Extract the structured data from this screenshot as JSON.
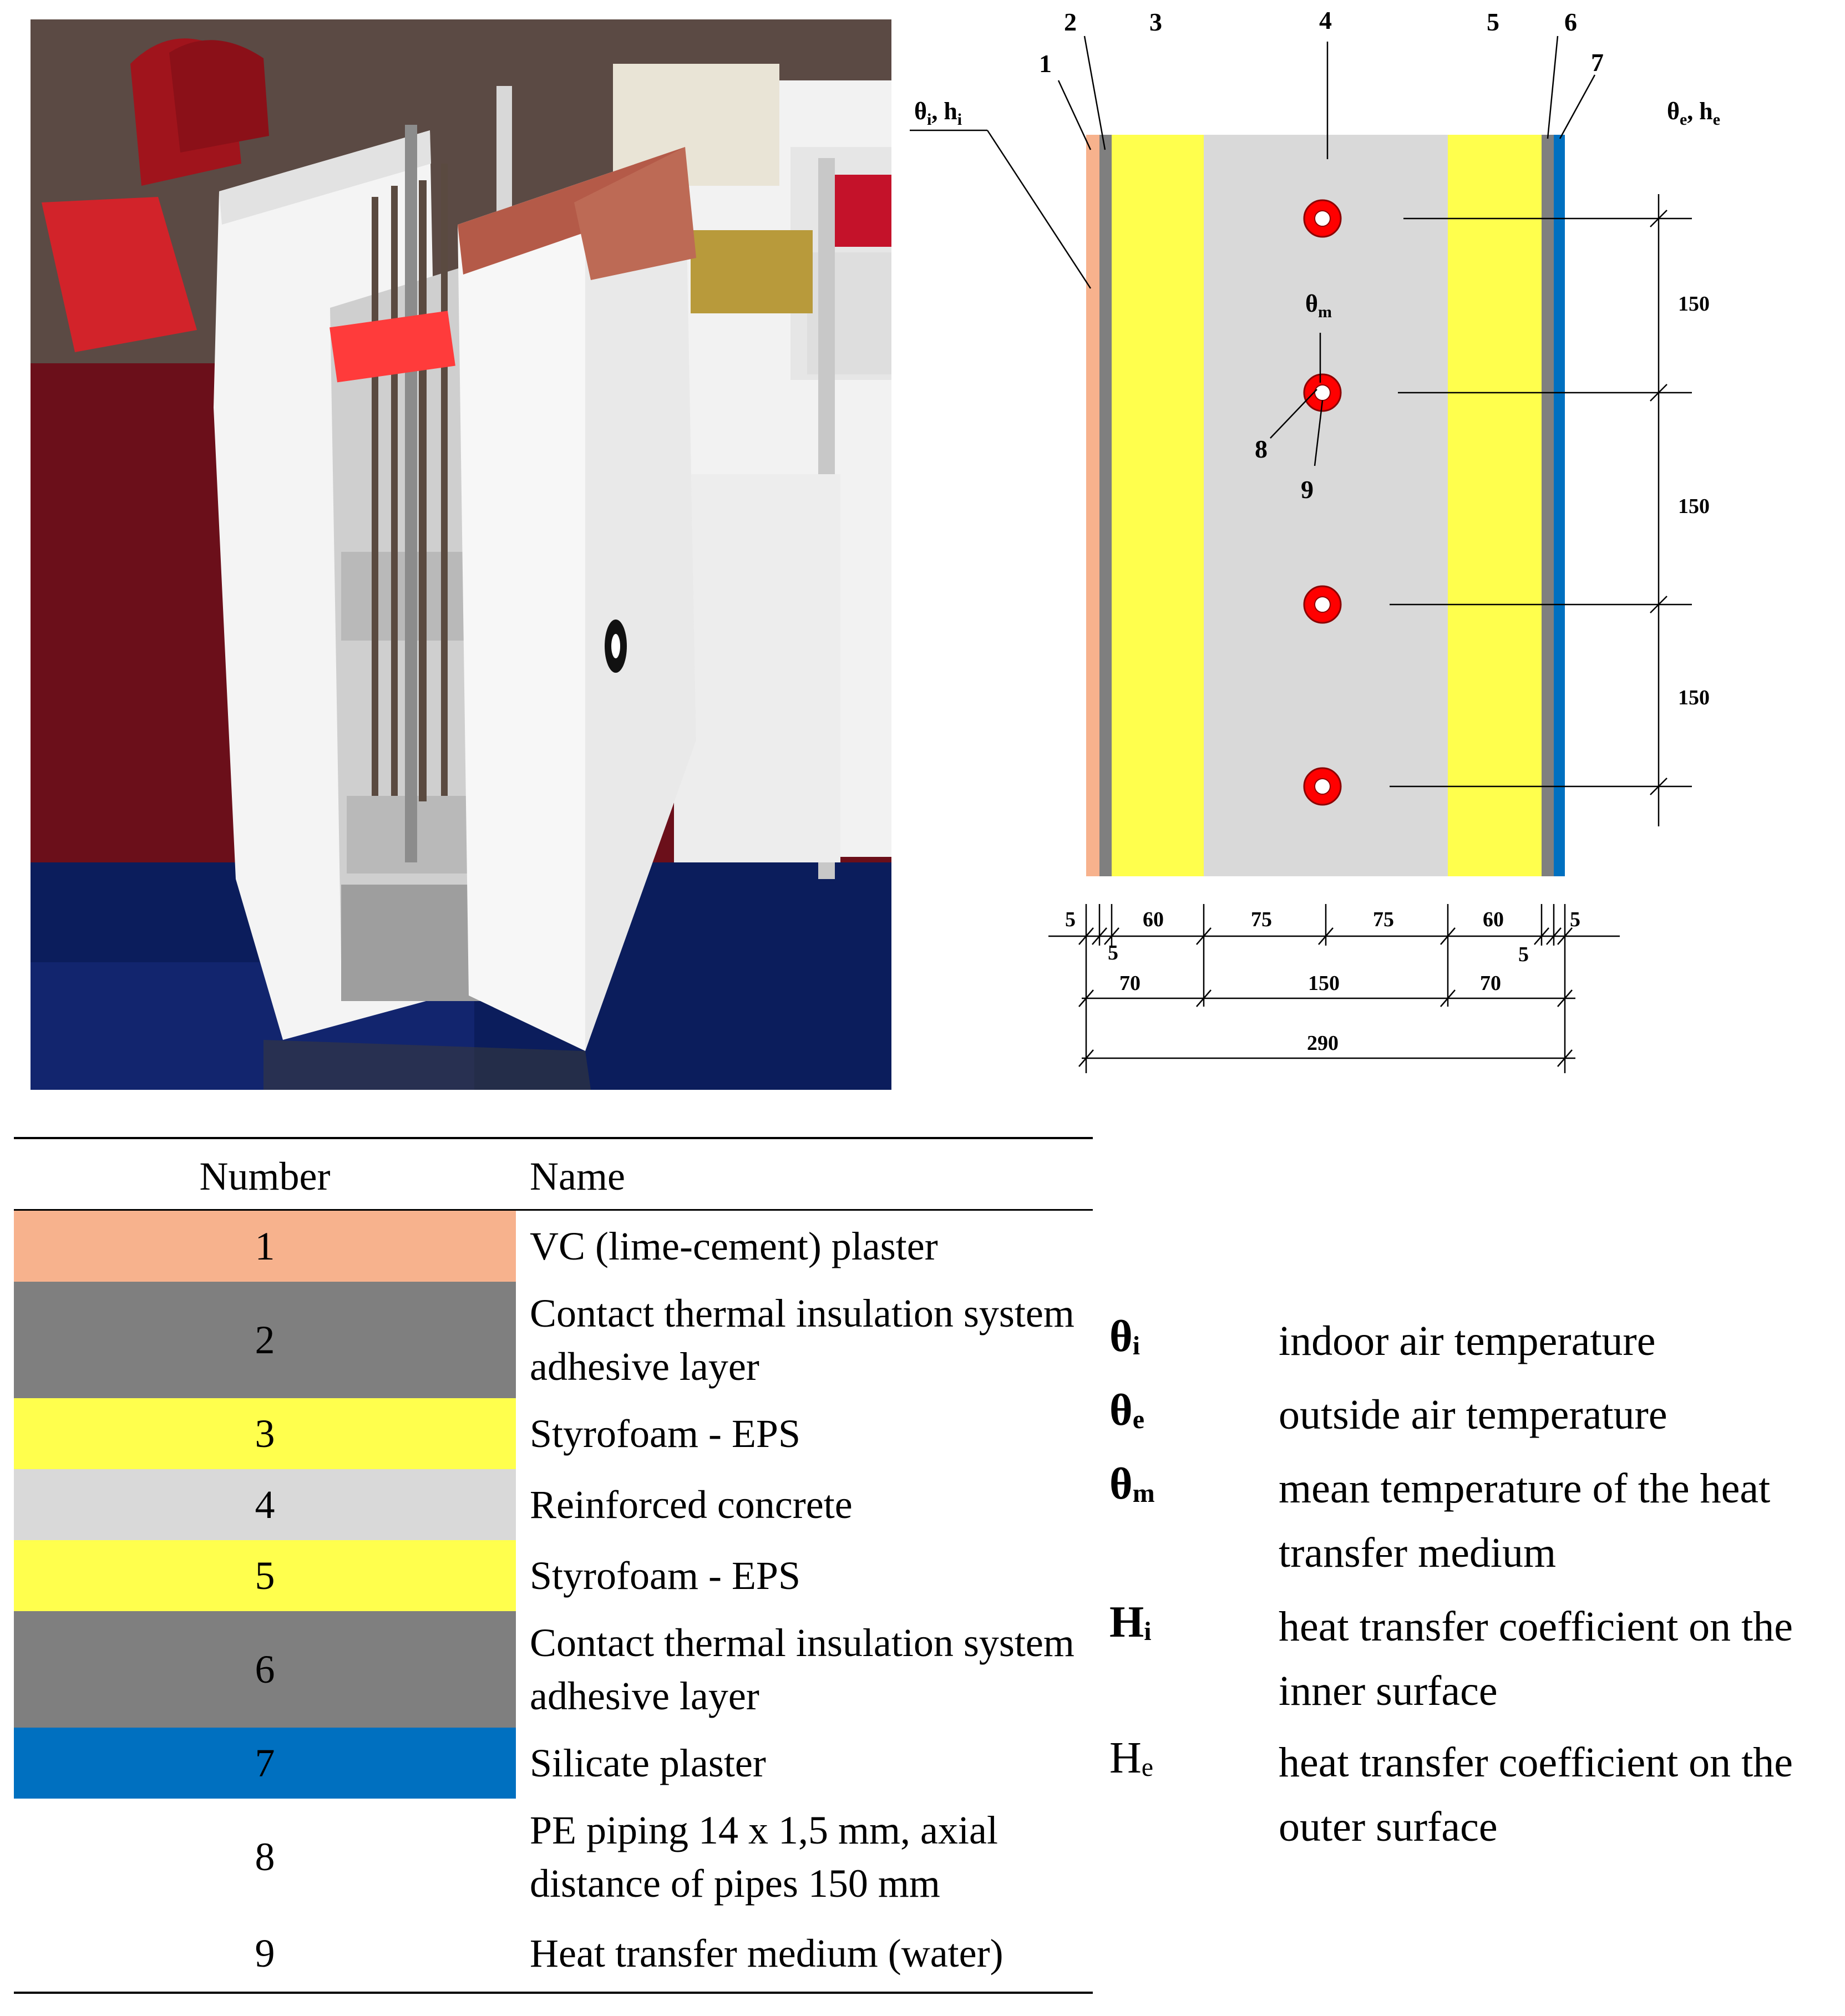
{
  "drawing": {
    "layer_numbers": [
      "1",
      "2",
      "3",
      "4",
      "5",
      "6",
      "7",
      "8",
      "9"
    ],
    "inner_label": {
      "symbol": "θ",
      "sub": "i",
      "sep": ", ",
      "symbol2": "h",
      "sub2": "i"
    },
    "outer_label": {
      "symbol": "θ",
      "sub": "e",
      "sep": ", ",
      "symbol2": "h",
      "sub2": "e"
    },
    "mean_label": {
      "symbol": "θ",
      "sub": "m"
    },
    "vertical_dims": [
      "150",
      "150",
      "150"
    ],
    "horizontal_dims_row1": [
      "5",
      "5",
      "60",
      "75",
      "75",
      "60",
      "5",
      "5"
    ],
    "horizontal_dims_row2": [
      "70",
      "150",
      "70"
    ],
    "horizontal_dims_total": "290",
    "colors": {
      "plaster_inner": "#F7B28D",
      "adhesive": "#7F7F7F",
      "eps": "#FFFF4D",
      "concrete": "#D9D9D9",
      "silicate": "#0070C0",
      "pipe": "#FF0000"
    }
  },
  "layer_table": {
    "header_number": "Number",
    "header_name": "Name",
    "rows": [
      {
        "number": "1",
        "name": "VC (lime-cement) plaster",
        "color": "#F7B28D"
      },
      {
        "number": "2",
        "name": "Contact thermal insulation system adhesive layer",
        "color": "#7F7F7F"
      },
      {
        "number": "3",
        "name": "Styrofoam - EPS",
        "color": "#FFFF4D"
      },
      {
        "number": "4",
        "name": "Reinforced concrete",
        "color": "#D9D9D9"
      },
      {
        "number": "5",
        "name": "Styrofoam - EPS",
        "color": "#FFFF4D"
      },
      {
        "number": "6",
        "name": "Contact thermal insulation system adhesive layer",
        "color": "#7F7F7F"
      },
      {
        "number": "7",
        "name": "Silicate plaster",
        "color": "#0070C0"
      },
      {
        "number": "8",
        "name": "PE piping 14 x 1,5 mm, axial distance of pipes 150 mm",
        "color": "#FFFFFF"
      },
      {
        "number": "9",
        "name": "Heat transfer medium (water)",
        "color": "#FFFFFF"
      }
    ]
  },
  "symbol_legend": [
    {
      "symbol": "θ",
      "sub": "i",
      "description": "indoor air temperature"
    },
    {
      "symbol": "θ",
      "sub": "e",
      "description": "outside air temperature"
    },
    {
      "symbol": "θ",
      "sub": "m",
      "description": "mean temperature of the heat transfer medium"
    },
    {
      "symbol": "H",
      "sub": "i",
      "description": "heat transfer coefficient on the inner surface"
    },
    {
      "symbol": "H",
      "sub": "e",
      "description": "heat transfer coefficient on the outer surface"
    }
  ]
}
